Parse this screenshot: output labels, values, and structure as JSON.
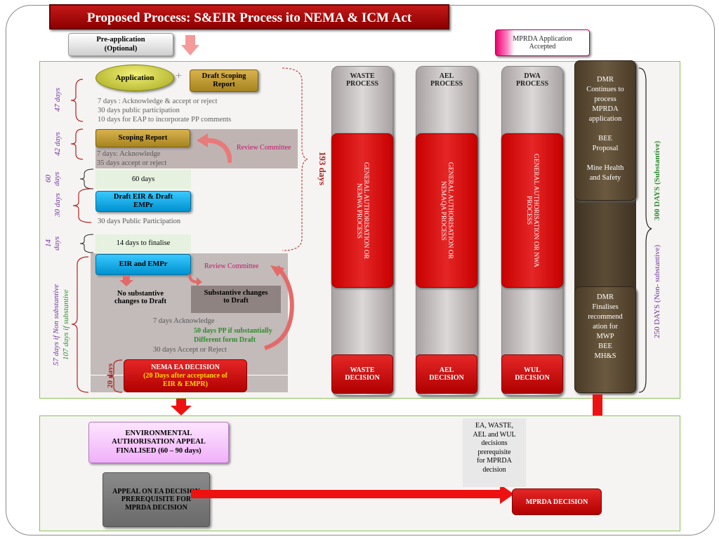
{
  "title": "Proposed Process:  S&EIR Process ito NEMA & ICM Act",
  "pre_application": "Pre-application\n(Optional)",
  "mprda_accepted": "MPRDA Application\nAccepted",
  "application": "Application",
  "plus": "+",
  "draft_scoping": "Draft Scoping\nReport",
  "days_labels": {
    "d47": "47  days",
    "d42": "42 days",
    "d60": "60\ndays",
    "d30": "30 days",
    "d14": "14\ndays",
    "d57": "57 days  if Non substantive",
    "d107": "107 days  if   substantive"
  },
  "app_notes": "7 days :  Acknowledge &  accept  or reject\n30 days public participation\n10 days for EAP to  incorporate PP comments",
  "scoping_report": "Scoping Report",
  "scoping_notes": "7 days: Acknowledge\n35 days accept or reject",
  "review_committee_1": "Review Committee",
  "sixty_days": "60 days",
  "draft_eir": "Draft EIR & Draft\nEMPr",
  "pp_30": "30 days Public Participation",
  "fourteen": "14 days to finalise",
  "days_193": "193 days",
  "eir_empr": "EIR and EMPr",
  "review_committee_2": "Review Committee",
  "no_sub": "No substantive\nchanges to Draft",
  "sub_changes": "Substantive changes\nto Draft",
  "ack7": "7 days Acknowledge",
  "pp50": "50 days PP if substantially\nDifferent form Draft",
  "accept30": "30 days Accept or Reject",
  "days20": "20 days",
  "nema_decision": "NEMA EA DECISION",
  "nema_decision_sub": "(20 Days after acceptance of\nEIR & EMPR)",
  "processes": [
    {
      "head": "WASTE\nPROCESS",
      "mid": "GENERAL AUTHORISATION OR\nNEMWA PROCESS",
      "decision": "WASTE\nDECISION"
    },
    {
      "head": "AEL\nPROCESS",
      "mid": "GENERAL AUTHORISATION OR\nNEMAQA PROCESS",
      "decision": "AEL\nDECISION"
    },
    {
      "head": "DWA\nPROCESS",
      "mid": "GENERAL AUTHORISATION OR NWA\nPROCESS",
      "decision": "WUL\nDECISION"
    }
  ],
  "dmr_top": "DMR\nContinues to\nprocess\nMPRDA\napplication\n\nBEE\nProposal\n\nMine Health\nand Safety",
  "dmr_bottom": "DMR\nFinalises\nrecommend\nation for\nMWP\nBEE\nMH&S",
  "days_300": "300  DAYS (Substantive)",
  "days_250": "250 DAYS  (Non- substantive)",
  "env_appeal": "ENVIRONMENTAL\nAUTHORISATION APPEAL\nFINALISED (60 – 90 days)",
  "appeal_ea": "APPEAL ON EA DECISION\nPREREQUISITE FOR\nMPRDA DECISION",
  "prereq_note": "EA, WASTE,\nAEL and WUL\ndecisions\nprerequisite\nfor MPRDA\ndecision",
  "mprda_decision": "MPRDA DECISION"
}
